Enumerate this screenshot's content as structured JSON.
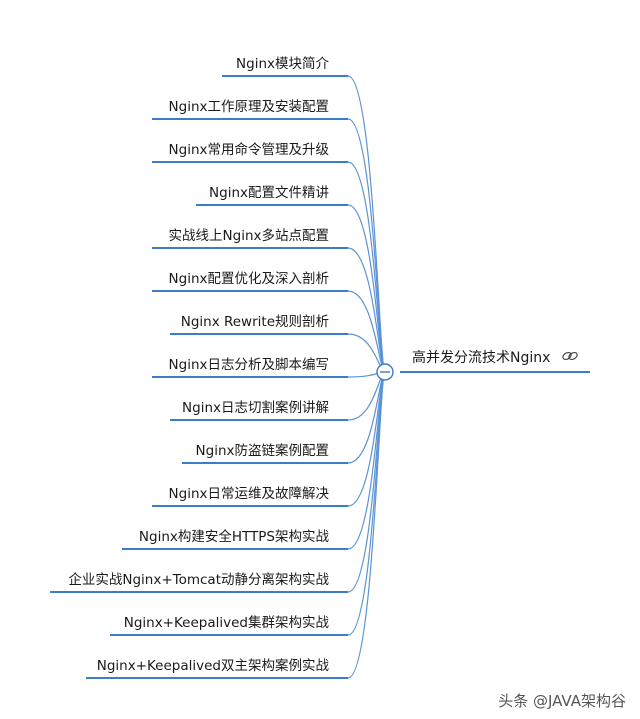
{
  "root": {
    "label": "高并发分流技术Nginx",
    "link_icon": "link-icon",
    "collapse_icon": "collapse-minus-icon"
  },
  "branches": [
    {
      "label": "Nginx模块简介"
    },
    {
      "label": "Nginx工作原理及安装配置"
    },
    {
      "label": "Nginx常用命令管理及升级"
    },
    {
      "label": "Nginx配置文件精讲"
    },
    {
      "label": "实战线上Nginx多站点配置"
    },
    {
      "label": "Nginx配置优化及深入剖析"
    },
    {
      "label": "Nginx Rewrite规则剖析"
    },
    {
      "label": "Nginx日志分析及脚本编写"
    },
    {
      "label": "Nginx日志切割案例讲解"
    },
    {
      "label": "Nginx防盗链案例配置"
    },
    {
      "label": "Nginx日常运维及故障解决"
    },
    {
      "label": "Nginx构建安全HTTPS架构实战"
    },
    {
      "label": "企业实战Nginx+Tomcat动静分离架构实战"
    },
    {
      "label": "Nginx+Keepalived集群架构实战"
    },
    {
      "label": "Nginx+Keepalived双主架构案例实战"
    }
  ],
  "watermark": "头条 @JAVA架构谷",
  "colors": {
    "line": "#5b93d3",
    "underline": "#3d7cc9",
    "text": "#1a1a1a"
  }
}
